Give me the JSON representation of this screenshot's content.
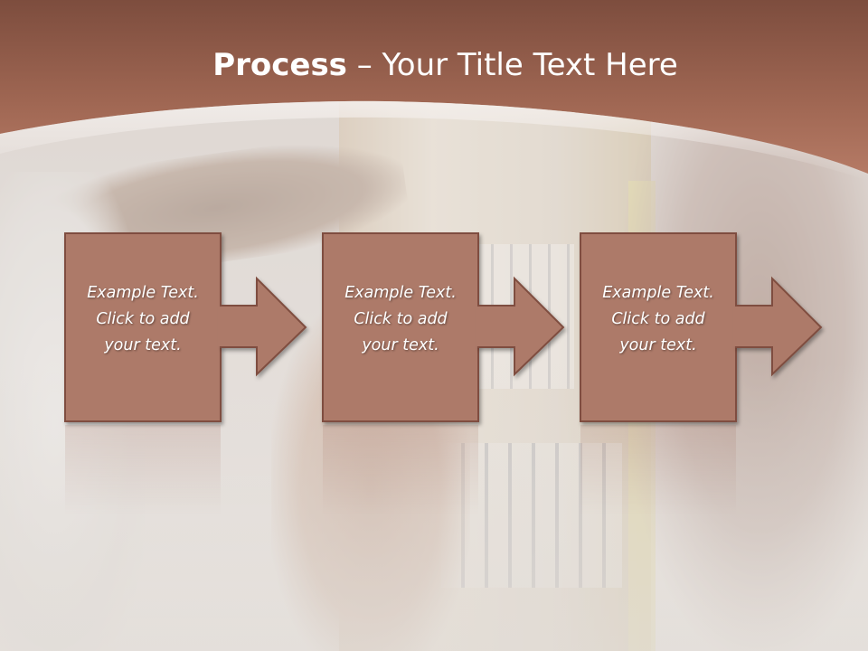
{
  "slide": {
    "title_bold": "Process",
    "title_rest": " – Your Title Text Here",
    "colors": {
      "header": "#a86d59",
      "box_fill": "#ad7a69",
      "box_stroke": "#7f4e3f",
      "text": "#ffffff"
    }
  },
  "steps": [
    {
      "line1": "Example Text.",
      "line2": "Click  to add",
      "line3": "your text."
    },
    {
      "line1": "Example Text.",
      "line2": "Click  to add",
      "line3": "your text."
    },
    {
      "line1": "Example Text.",
      "line2": "Click  to add",
      "line3": "your text."
    }
  ]
}
